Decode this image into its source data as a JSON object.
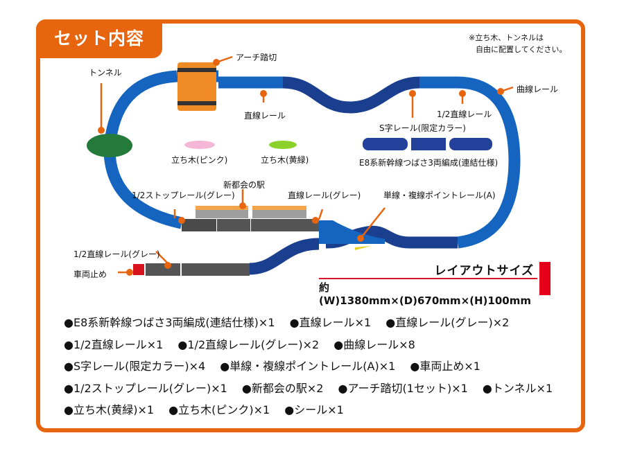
{
  "title": "セット内容",
  "note": {
    "line1": "※立ち木、トンネルは",
    "line2": "自由に配置してください。"
  },
  "colors": {
    "frame": "#e8650f",
    "rail_blue": "#1565c0",
    "rail_dark_blue": "#1a3f8f",
    "rail_gray": "#555555",
    "leader": "#e8650f",
    "size_accent": "#e5001a",
    "tunnel": "#237a3a",
    "crossing": "#f08a24",
    "stopper": "#d7141d"
  },
  "labels": {
    "tunnel": "トンネル",
    "arch_crossing": "アーチ踏切",
    "straight_rail": "直線レール",
    "curve_rail": "曲線レール",
    "half_straight_rail": "1/2直線レール",
    "s_rail": "S字レール(限定カラー)",
    "train": "E8系新幹線つばさ3両編成(連結仕様)",
    "tree_pink": "立ち木(ピンク)",
    "tree_yellowgreen": "立ち木(黄緑)",
    "half_stop_rail_gray": "1/2ストップレール(グレー)",
    "station": "新都会の駅",
    "straight_rail_gray": "直線レール(グレー)",
    "point_rail": "単線・複線ポイントレール(A)",
    "half_straight_rail_gray": "1/2直線レール(グレー)",
    "car_stop": "車両止め"
  },
  "layout_size": {
    "title": "レイアウトサイズ",
    "value": "約(W)1380mm×(D)670mm×(H)100mm"
  },
  "parts_list": [
    [
      "●E8系新幹線つばさ3両編成(連結仕様)×1",
      "●直線レール×1",
      "●直線レール(グレー)×2"
    ],
    [
      "●1/2直線レール×1",
      "●1/2直線レール(グレー)×2",
      "●曲線レール×8"
    ],
    [
      "●S字レール(限定カラー)×4",
      "●単線・複線ポイントレール(A)×1",
      "●車両止め×1"
    ],
    [
      "●1/2ストップレール(グレー)×1",
      "●新都会の駅×2",
      "●アーチ踏切(1セット)×1",
      "●トンネル×1"
    ],
    [
      "●立ち木(黄緑)×1",
      "●立ち木(ピンク)×1",
      "●シール×1"
    ]
  ]
}
